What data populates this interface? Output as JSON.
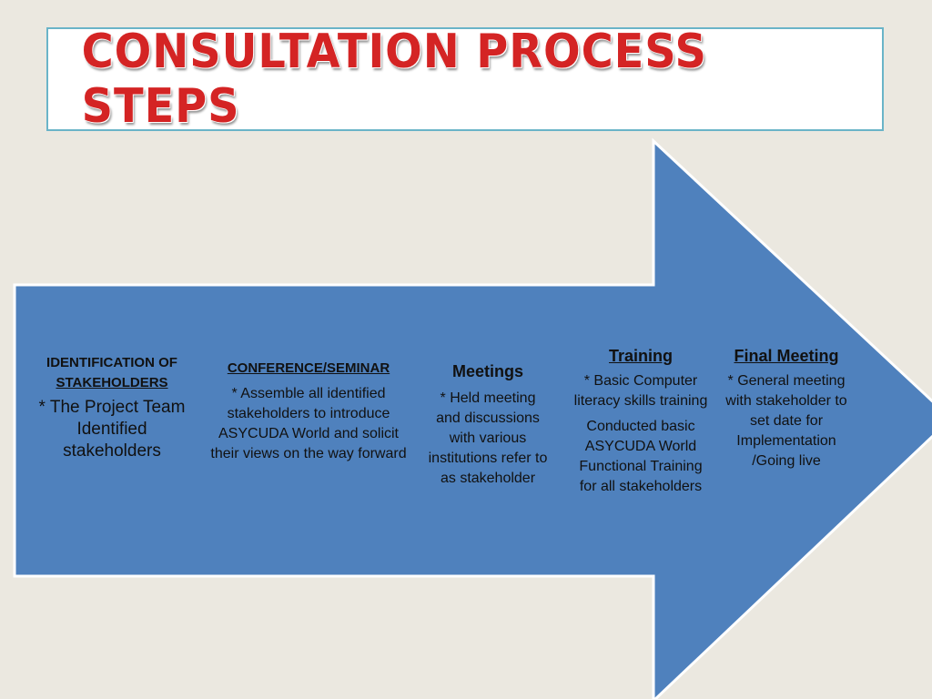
{
  "title": "CONSULTATION PROCESS STEPS",
  "colors": {
    "arrow": "#4f81bd",
    "title": "#d42424",
    "background": "#ebe8e0",
    "title_border": "#6ab4c8"
  },
  "steps": [
    {
      "heading_line1": "IDENTIFICATION OF",
      "heading_line2": "STAKEHOLDERS",
      "body": "*  The Project Team Identified stakeholders"
    },
    {
      "heading": "CONFERENCE/SEMINAR",
      "body": "*  Assemble all identified stakeholders to introduce ASYCUDA World and solicit their views on the way forward"
    },
    {
      "heading": "Meetings",
      "body": "* Held meeting and discussions with various institutions refer to as stakeholder"
    },
    {
      "heading": "Training",
      "body": "* Basic Computer literacy skills training",
      "body2": "Conducted basic ASYCUDA World Functional Training for all stakeholders"
    },
    {
      "heading": "Final Meeting",
      "body": "* General meeting with stakeholder to set date for Implementation /Going live"
    }
  ]
}
